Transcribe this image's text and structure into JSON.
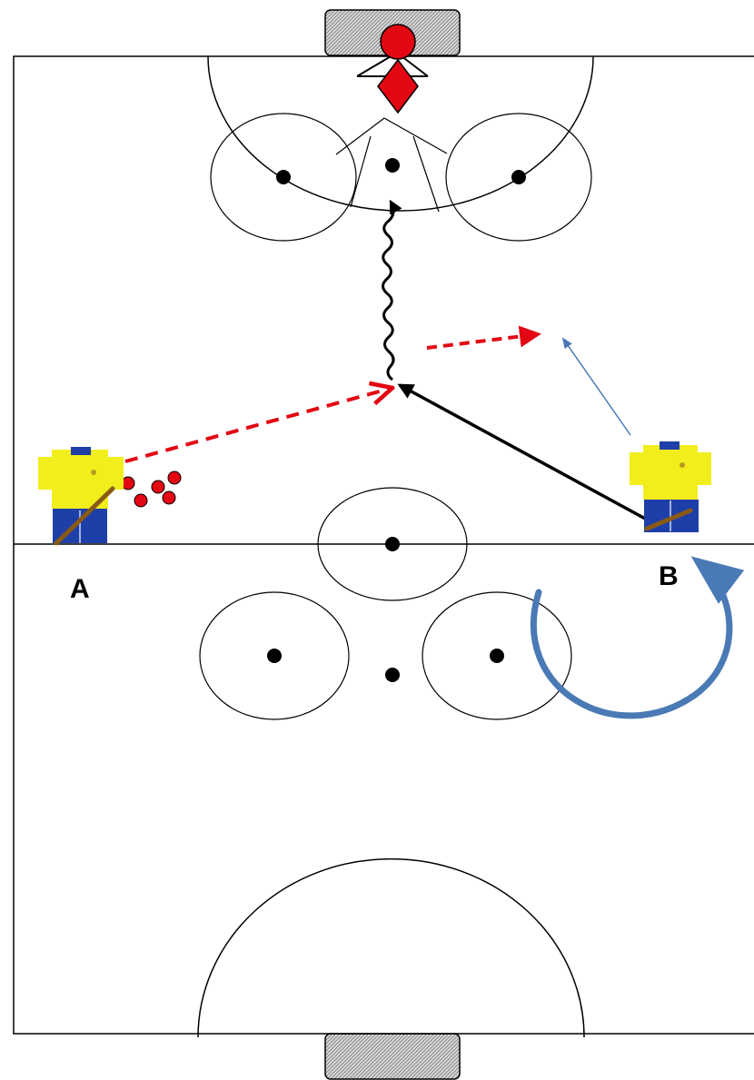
{
  "diagram": {
    "players": [
      {
        "label": "A",
        "jersey_color": "#f2ee1c",
        "shorts_color": "#1f3fa8"
      },
      {
        "label": "B",
        "jersey_color": "#f2ee1c",
        "shorts_color": "#1f3fa8"
      }
    ],
    "colors": {
      "goalkeeper": "#e30613",
      "pucks": "#e30613",
      "pass_arrows": "#e30613",
      "skate_path": "#000000",
      "curl_arrow": "#4a7ab5",
      "support_arrow": "#4a7ab5",
      "lines": "#000000"
    },
    "puck_count": 5,
    "legend": "none"
  }
}
